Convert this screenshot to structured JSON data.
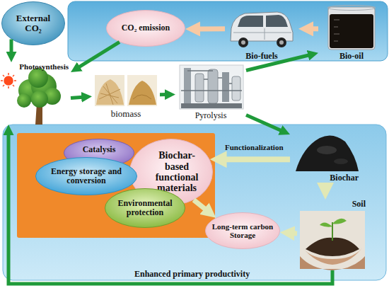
{
  "diagram": {
    "nodes": [
      {
        "text": [
          "External CO₂"
        ]
      },
      {
        "text": [
          "CO₂ emission"
        ]
      },
      {
        "text": [
          "Bio-fuels"
        ]
      },
      {
        "text": [
          "Bio-oil"
        ]
      },
      {
        "text": [
          "Photosynthesis"
        ]
      },
      {
        "text": [
          "biomass"
        ]
      },
      {
        "text": [
          "Pyrolysis"
        ]
      },
      {
        "text": [
          "Catalysis"
        ]
      },
      {
        "text": [
          "Biochar-based functional materials"
        ]
      },
      {
        "text": [
          "Energy storage and conversion"
        ]
      },
      {
        "text": [
          "Biochar"
        ]
      },
      {
        "text": [
          "Environmental protection"
        ]
      },
      {
        "text": [
          "Long-term carbon Storage"
        ]
      },
      {
        "text": [
          "Soil"
        ]
      }
    ],
    "edges": [
      {
        "from": 0,
        "to": 4,
        "arrow": "to"
      },
      {
        "from": 1,
        "to": 4,
        "arrow": "to"
      },
      {
        "from": 3,
        "to": 2,
        "arrow": "to"
      },
      {
        "from": 2,
        "to": 1,
        "arrow": "to"
      },
      {
        "from": 4,
        "to": 5,
        "arrow": "to"
      },
      {
        "from": 5,
        "to": 6,
        "arrow": "to"
      },
      {
        "from": 6,
        "to": 3,
        "arrow": "to"
      },
      {
        "from": 6,
        "to": 10,
        "arrow": "to"
      },
      {
        "from": 10,
        "to": 8,
        "label": "Functionalization",
        "arrow": "to"
      },
      {
        "from": 10,
        "to": 13,
        "arrow": "to"
      },
      {
        "from": 8,
        "to": 12,
        "arrow": "to"
      },
      {
        "from": 13,
        "to": 12,
        "arrow": "to"
      },
      {
        "from": 13,
        "to": 4,
        "label": "Enhanced primary productivity",
        "arrow": "to"
      }
    ]
  }
}
